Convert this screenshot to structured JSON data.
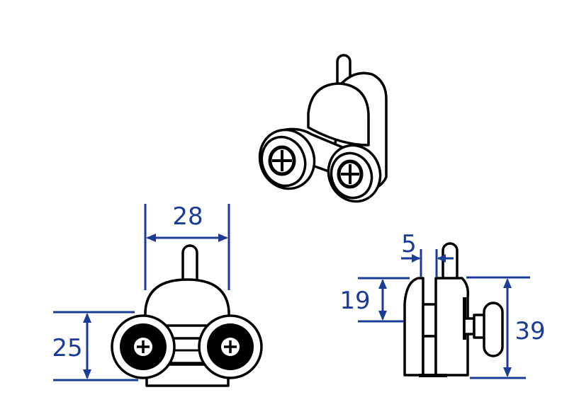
{
  "dimensions": {
    "front_width": "28",
    "front_height": "25",
    "side_gap": "5",
    "side_upper": "19",
    "side_total": "39"
  },
  "colors": {
    "dimension": "#1b3c96",
    "line": "#000000"
  }
}
